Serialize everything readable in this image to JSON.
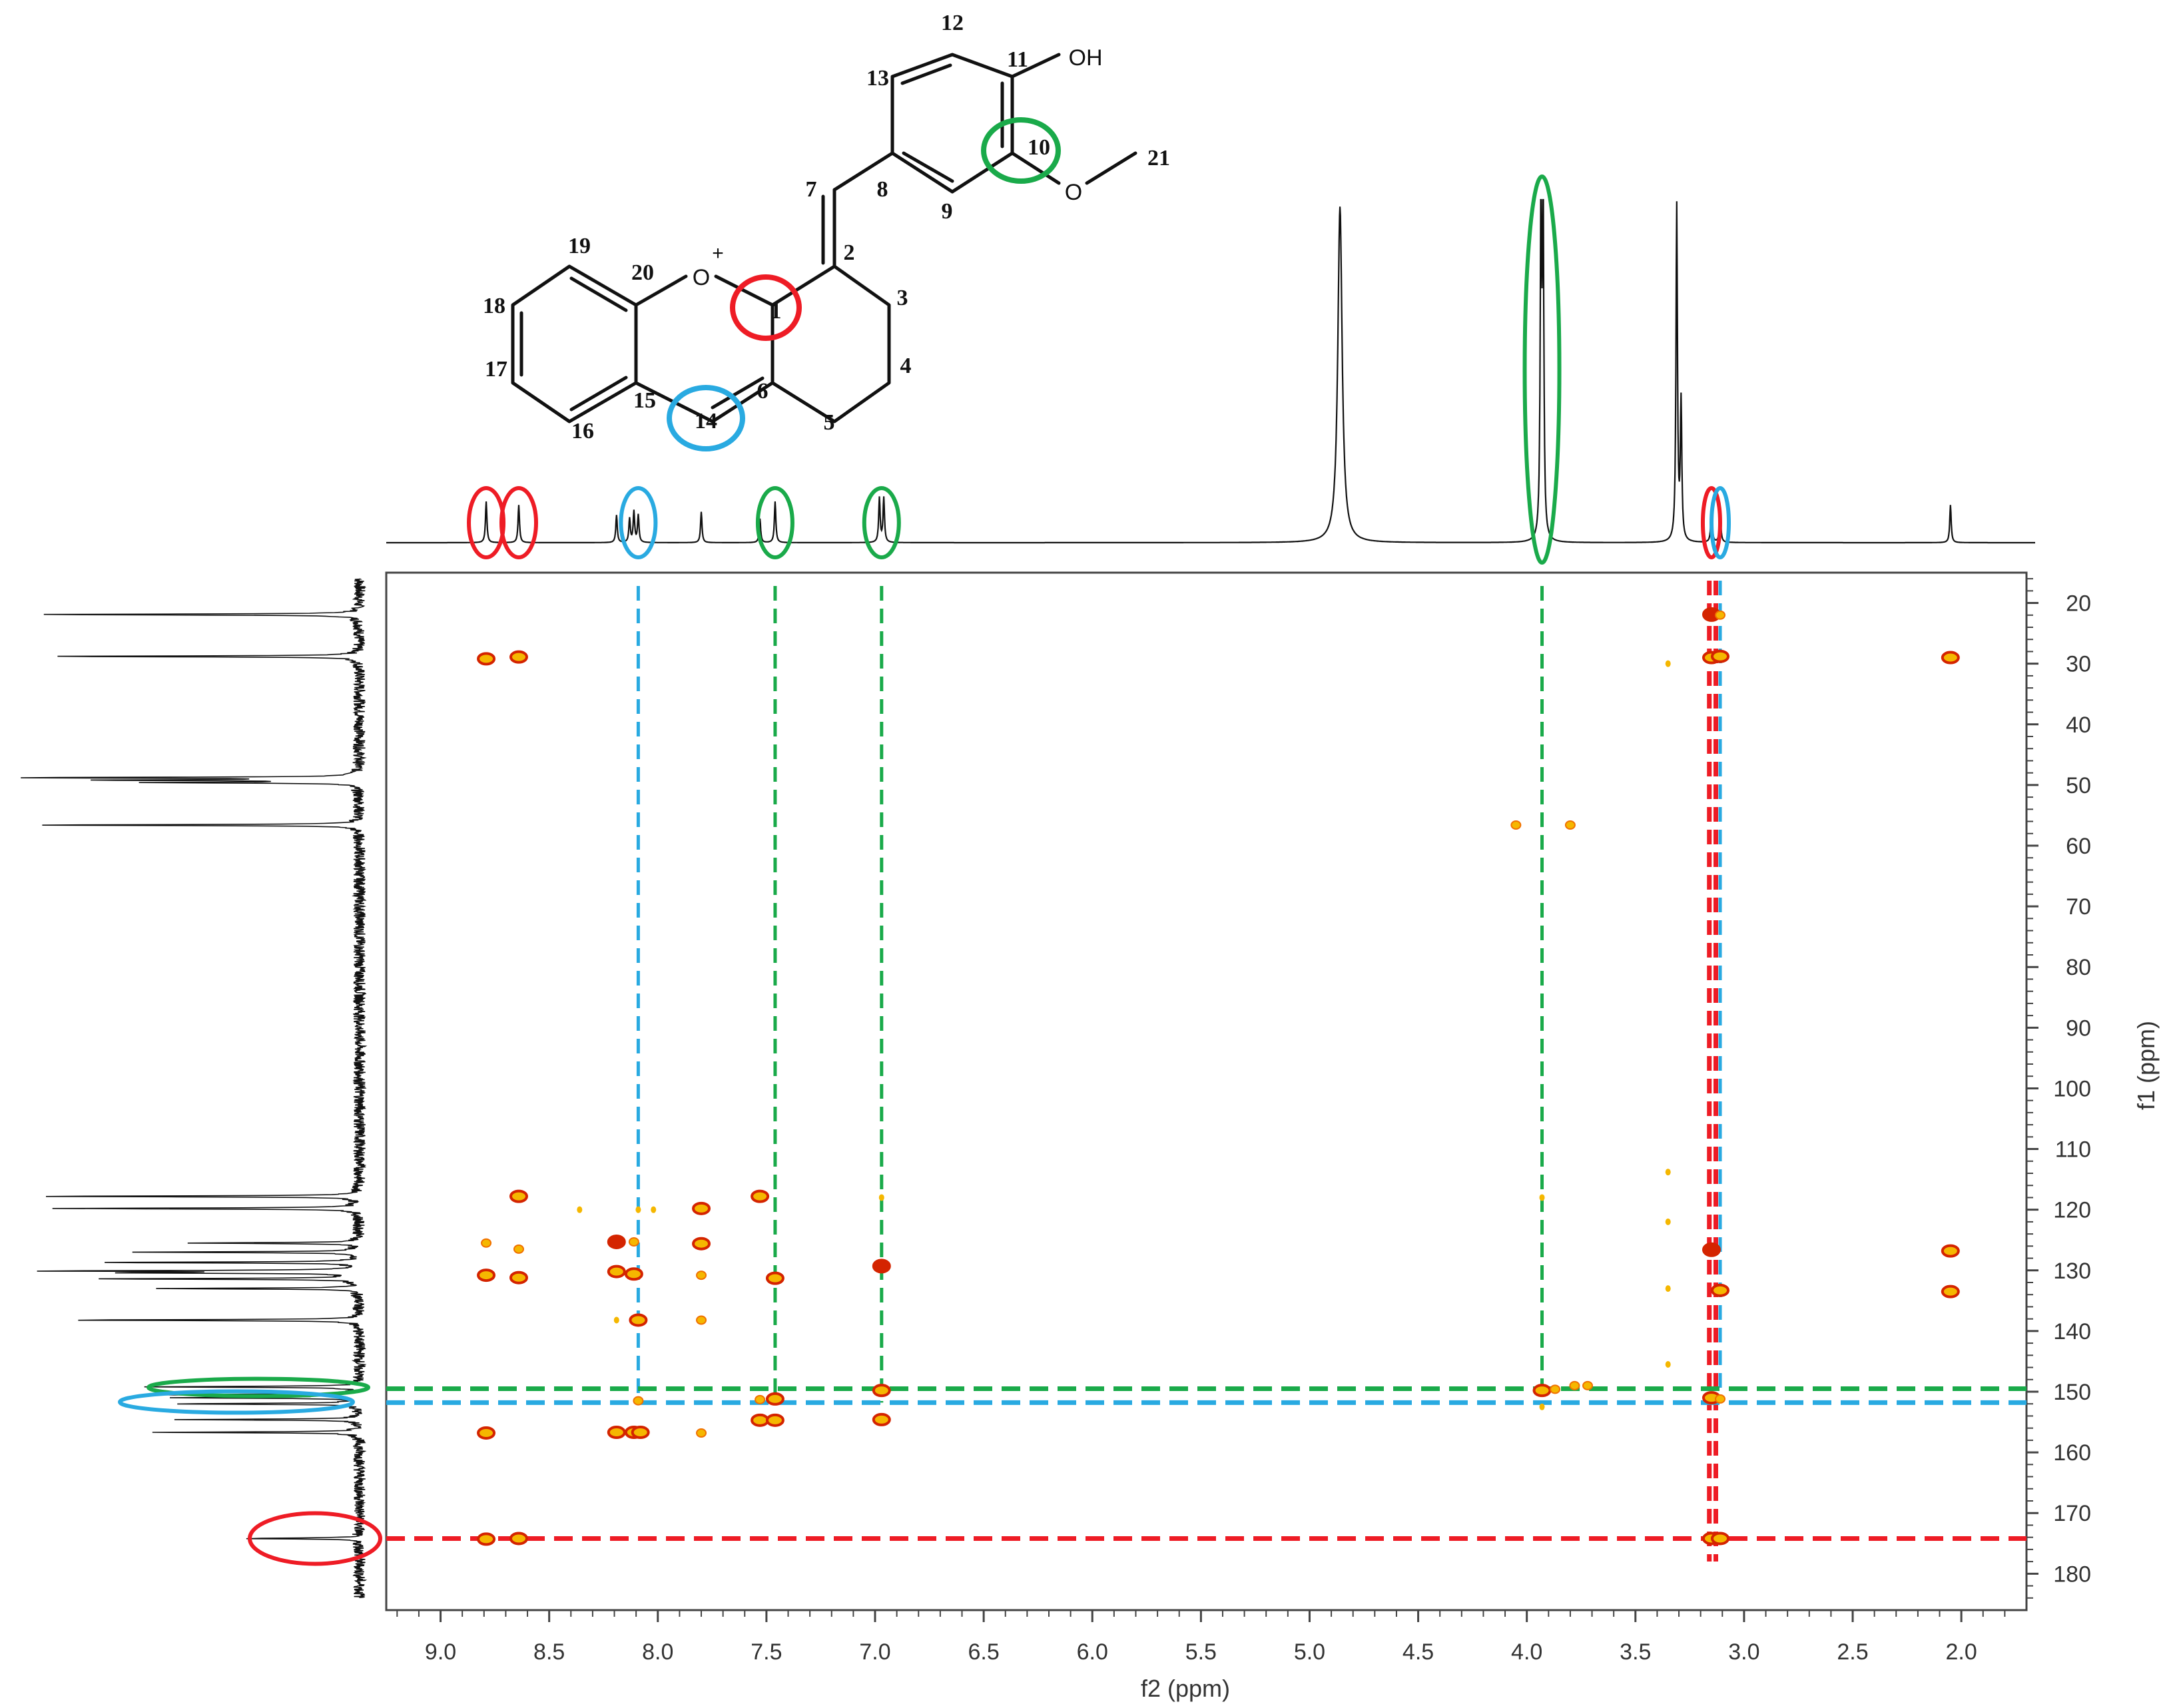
{
  "chart_data": {
    "type": "heatmap",
    "subtype": "2D NMR HMBC contour plot with 1D projections",
    "xlabel": "f2 (ppm)",
    "ylabel": "f1 (ppm)",
    "xlim": [
      9.25,
      1.7
    ],
    "ylim": [
      186,
      15
    ],
    "x_ticks": [
      9.0,
      8.5,
      8.0,
      7.5,
      7.0,
      6.5,
      6.0,
      5.5,
      5.0,
      4.5,
      4.0,
      3.5,
      3.0,
      2.5,
      2.0
    ],
    "y_ticks": [
      20,
      30,
      40,
      50,
      60,
      70,
      80,
      90,
      100,
      110,
      120,
      130,
      140,
      150,
      160,
      170,
      180
    ],
    "x_decimals": 1,
    "grid": false,
    "proton_peaks": [
      {
        "x": 8.79,
        "h": 0.12
      },
      {
        "x": 8.64,
        "h": 0.11
      },
      {
        "x": 8.19,
        "h": 0.08
      },
      {
        "x": 8.13,
        "h": 0.07
      },
      {
        "x": 8.11,
        "h": 0.09
      },
      {
        "x": 8.09,
        "h": 0.08
      },
      {
        "x": 7.8,
        "h": 0.09
      },
      {
        "x": 7.53,
        "h": 0.07
      },
      {
        "x": 7.46,
        "h": 0.12
      },
      {
        "x": 6.98,
        "h": 0.13
      },
      {
        "x": 6.96,
        "h": 0.13
      },
      {
        "x": 4.86,
        "h": 0.98
      },
      {
        "x": 3.935,
        "h": 0.95
      },
      {
        "x": 3.925,
        "h": 0.95
      },
      {
        "x": 3.31,
        "h": 0.98
      },
      {
        "x": 3.29,
        "h": 0.4
      },
      {
        "x": 3.15,
        "h": 0.1
      },
      {
        "x": 3.11,
        "h": 0.09
      },
      {
        "x": 2.05,
        "h": 0.11
      }
    ],
    "carbon_peaks": [
      {
        "y": 21.9,
        "h": 0.96
      },
      {
        "y": 28.8,
        "h": 0.93
      },
      {
        "y": 48.8,
        "h": 0.98
      },
      {
        "y": 49.2,
        "h": 0.75
      },
      {
        "y": 49.6,
        "h": 0.58
      },
      {
        "y": 56.6,
        "h": 0.97
      },
      {
        "y": 117.8,
        "h": 0.96
      },
      {
        "y": 119.8,
        "h": 0.9
      },
      {
        "y": 125.5,
        "h": 0.48
      },
      {
        "y": 127.0,
        "h": 0.66
      },
      {
        "y": 128.7,
        "h": 0.75
      },
      {
        "y": 130.1,
        "h": 0.89
      },
      {
        "y": 130.4,
        "h": 0.68
      },
      {
        "y": 131.4,
        "h": 0.76
      },
      {
        "y": 133.0,
        "h": 0.57
      },
      {
        "y": 138.2,
        "h": 0.87
      },
      {
        "y": 149.2,
        "h": 0.6
      },
      {
        "y": 150.5,
        "h": 0.58
      },
      {
        "y": 151.0,
        "h": 0.52
      },
      {
        "y": 152.0,
        "h": 0.55
      },
      {
        "y": 154.6,
        "h": 0.52
      },
      {
        "y": 156.7,
        "h": 0.58
      },
      {
        "y": 174.2,
        "h": 0.36
      }
    ],
    "cross_peaks": [
      {
        "x": 8.79,
        "y": 29.2,
        "i": 2
      },
      {
        "x": 8.64,
        "y": 28.9,
        "i": 2
      },
      {
        "x": 8.64,
        "y": 117.8,
        "i": 2
      },
      {
        "x": 8.79,
        "y": 125.5,
        "i": 1
      },
      {
        "x": 8.64,
        "y": 126.5,
        "i": 1
      },
      {
        "x": 8.79,
        "y": 130.8,
        "i": 2
      },
      {
        "x": 8.64,
        "y": 131.2,
        "i": 2
      },
      {
        "x": 8.79,
        "y": 156.8,
        "i": 2
      },
      {
        "x": 8.79,
        "y": 174.3,
        "i": 2
      },
      {
        "x": 8.64,
        "y": 174.2,
        "i": 2
      },
      {
        "x": 8.36,
        "y": 120.0,
        "i": 0
      },
      {
        "x": 8.19,
        "y": 125.3,
        "i": 3
      },
      {
        "x": 8.11,
        "y": 125.3,
        "i": 1
      },
      {
        "x": 8.19,
        "y": 130.2,
        "i": 2
      },
      {
        "x": 8.11,
        "y": 130.6,
        "i": 2
      },
      {
        "x": 8.19,
        "y": 138.2,
        "i": 0
      },
      {
        "x": 8.09,
        "y": 138.2,
        "i": 2
      },
      {
        "x": 8.19,
        "y": 156.7,
        "i": 2
      },
      {
        "x": 8.11,
        "y": 156.7,
        "i": 2
      },
      {
        "x": 8.08,
        "y": 156.7,
        "i": 2
      },
      {
        "x": 8.09,
        "y": 151.5,
        "i": 1
      },
      {
        "x": 8.09,
        "y": 120.0,
        "i": 0
      },
      {
        "x": 8.02,
        "y": 120.0,
        "i": 0
      },
      {
        "x": 7.8,
        "y": 119.8,
        "i": 2
      },
      {
        "x": 7.8,
        "y": 125.6,
        "i": 2
      },
      {
        "x": 7.8,
        "y": 130.8,
        "i": 1
      },
      {
        "x": 7.8,
        "y": 138.2,
        "i": 1
      },
      {
        "x": 7.8,
        "y": 156.8,
        "i": 1
      },
      {
        "x": 7.53,
        "y": 117.8,
        "i": 2
      },
      {
        "x": 7.53,
        "y": 151.3,
        "i": 1
      },
      {
        "x": 7.46,
        "y": 151.2,
        "i": 2
      },
      {
        "x": 7.53,
        "y": 154.7,
        "i": 2
      },
      {
        "x": 7.46,
        "y": 154.7,
        "i": 2
      },
      {
        "x": 7.46,
        "y": 131.3,
        "i": 2
      },
      {
        "x": 6.97,
        "y": 118.0,
        "i": 0
      },
      {
        "x": 6.97,
        "y": 129.3,
        "i": 3
      },
      {
        "x": 6.97,
        "y": 149.8,
        "i": 2
      },
      {
        "x": 6.97,
        "y": 154.6,
        "i": 2
      },
      {
        "x": 4.05,
        "y": 56.6,
        "i": 1
      },
      {
        "x": 3.8,
        "y": 56.6,
        "i": 1
      },
      {
        "x": 3.93,
        "y": 118.0,
        "i": 0
      },
      {
        "x": 3.93,
        "y": 149.8,
        "i": 2
      },
      {
        "x": 3.87,
        "y": 149.6,
        "i": 1
      },
      {
        "x": 3.78,
        "y": 149.0,
        "i": 1
      },
      {
        "x": 3.72,
        "y": 149.0,
        "i": 1
      },
      {
        "x": 3.93,
        "y": 152.5,
        "i": 0
      },
      {
        "x": 3.35,
        "y": 30.0,
        "i": 0
      },
      {
        "x": 3.35,
        "y": 113.8,
        "i": 0
      },
      {
        "x": 3.35,
        "y": 122.0,
        "i": 0
      },
      {
        "x": 3.35,
        "y": 133.0,
        "i": 0
      },
      {
        "x": 3.35,
        "y": 145.5,
        "i": 0
      },
      {
        "x": 3.15,
        "y": 21.9,
        "i": 3
      },
      {
        "x": 3.11,
        "y": 22.0,
        "i": 1
      },
      {
        "x": 3.15,
        "y": 29.0,
        "i": 2
      },
      {
        "x": 3.11,
        "y": 28.8,
        "i": 2
      },
      {
        "x": 3.15,
        "y": 126.6,
        "i": 3
      },
      {
        "x": 3.11,
        "y": 133.3,
        "i": 2
      },
      {
        "x": 3.15,
        "y": 151.0,
        "i": 2
      },
      {
        "x": 3.11,
        "y": 151.2,
        "i": 1
      },
      {
        "x": 3.15,
        "y": 174.2,
        "i": 2
      },
      {
        "x": 3.11,
        "y": 174.2,
        "i": 2
      },
      {
        "x": 2.05,
        "y": 29.0,
        "i": 2
      },
      {
        "x": 2.05,
        "y": 126.8,
        "i": 2
      },
      {
        "x": 2.05,
        "y": 133.5,
        "i": 2
      }
    ],
    "guide_lines": {
      "vertical": [
        {
          "x": 8.09,
          "color": "cyan"
        },
        {
          "x": 7.46,
          "color": "green"
        },
        {
          "x": 6.97,
          "color": "green"
        },
        {
          "x": 3.93,
          "color": "green"
        },
        {
          "x": 3.16,
          "color": "red"
        },
        {
          "x": 3.13,
          "color": "red"
        },
        {
          "x": 3.11,
          "color": "cyan"
        }
      ],
      "horizontal": [
        {
          "y": 149.5,
          "color": "green"
        },
        {
          "y": 151.8,
          "color": "cyan"
        },
        {
          "y": 174.2,
          "color": "red"
        }
      ]
    },
    "proton_highlights": [
      {
        "x": 8.79,
        "color": "red"
      },
      {
        "x": 8.64,
        "color": "red"
      },
      {
        "x": 8.09,
        "color": "cyan"
      },
      {
        "x": 7.46,
        "color": "green"
      },
      {
        "x": 6.97,
        "color": "green"
      },
      {
        "x": 3.93,
        "color": "green",
        "tall": true
      },
      {
        "x": 3.15,
        "color": "red"
      },
      {
        "x": 3.11,
        "color": "cyan"
      }
    ],
    "carbon_highlights": [
      {
        "y": 149.3,
        "color": "green"
      },
      {
        "y": 151.7,
        "color": "cyan"
      },
      {
        "y": 174.2,
        "color": "red"
      }
    ]
  },
  "molecule": {
    "atom_numbers": [
      "1",
      "2",
      "3",
      "4",
      "5",
      "6",
      "7",
      "8",
      "9",
      "10",
      "11",
      "12",
      "13",
      "14",
      "15",
      "16",
      "17",
      "18",
      "19",
      "20",
      "21"
    ],
    "oh_label": "OH",
    "o_label": "O",
    "oplus_label": "O",
    "charge": "+",
    "highlighted_atoms": [
      {
        "atom": "1",
        "color": "red"
      },
      {
        "atom": "10",
        "color": "green"
      },
      {
        "atom": "14",
        "color": "cyan"
      }
    ]
  },
  "colors": {
    "red": "#ee1c25",
    "green": "#1aaa4a",
    "cyan": "#29aae1",
    "contour_strong": "#d42400",
    "contour_mid": "#f07000",
    "contour_weak": "#f5b700",
    "axis": "#333333"
  }
}
